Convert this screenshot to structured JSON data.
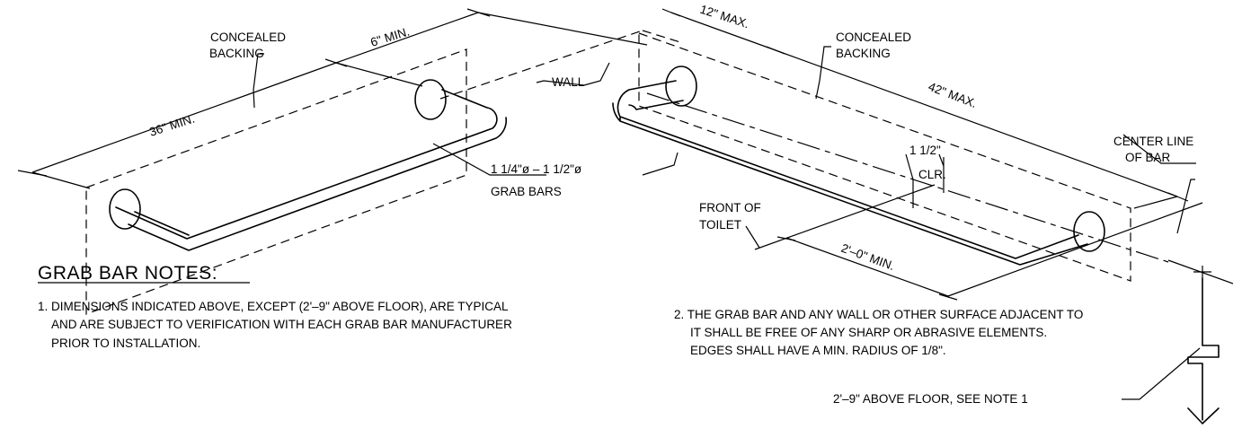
{
  "labels": {
    "concealed_backing_1": "CONCEALED",
    "concealed_backing_2": "BACKING",
    "six_min": "6\" MIN.",
    "thirty_six_min": "36\" MIN.",
    "wall": "WALL",
    "twelve_max": "12\" MAX.",
    "forty_two_max": "42\" MAX.",
    "bar_size": "1 1/4\"ø – 1 1/2\"ø",
    "grab_bars": "GRAB BARS",
    "clr_dim": "1 1/2\"",
    "clr": "CLR.",
    "center_line_1": "CENTER LINE",
    "center_line_2": "OF BAR",
    "front_toilet_1": "FRONT OF",
    "front_toilet_2": "TOILET",
    "two_ft_min": "2'–0\" MIN.",
    "above_floor": "2'–9\" ABOVE FLOOR, SEE NOTE 1"
  },
  "notes": {
    "heading": "GRAB BAR NOTES:",
    "note1_l1": "1. DIMENSIONS INDICATED ABOVE, EXCEPT (2'–9\" ABOVE FLOOR), ARE TYPICAL",
    "note1_l2": "AND ARE SUBJECT TO VERIFICATION WITH EACH GRAB BAR MANUFACTURER",
    "note1_l3": "PRIOR TO INSTALLATION.",
    "note2_l1": "2. THE GRAB BAR AND ANY WALL OR OTHER SURFACE ADJACENT TO",
    "note2_l2": "IT SHALL BE FREE OF ANY SHARP OR ABRASIVE ELEMENTS.",
    "note2_l3": "EDGES SHALL HAVE A MIN. RADIUS OF 1/8\"."
  }
}
